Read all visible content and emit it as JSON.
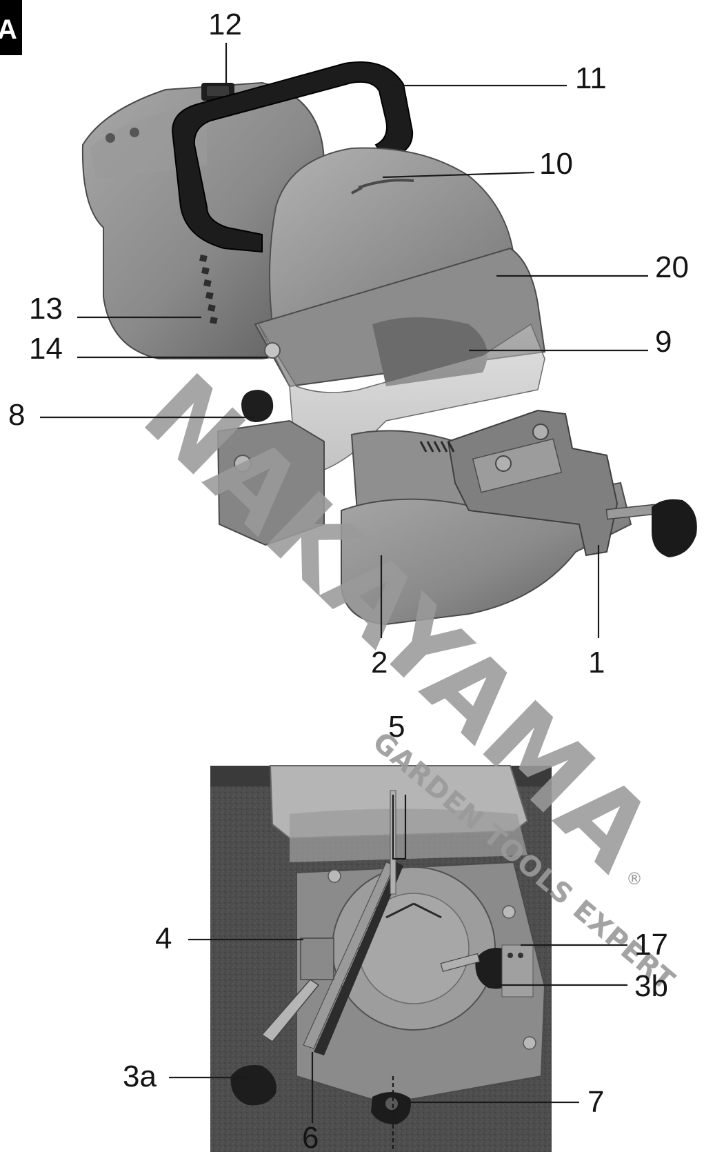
{
  "figure_badge": "A",
  "callouts": {
    "c1": "1",
    "c2": "2",
    "c3a": "3a",
    "c3b": "3b",
    "c4": "4",
    "c5": "5",
    "c6": "6",
    "c7": "7",
    "c8": "8",
    "c9": "9",
    "c10": "10",
    "c11": "11",
    "c12": "12",
    "c13": "13",
    "c14": "14",
    "c17": "17",
    "c20": "20"
  },
  "watermark": {
    "brand": "NAKAYAMA",
    "tagline": "GARDEN TOOLS EXPERT",
    "registered": "®"
  },
  "colors": {
    "body": "#8a8a8a",
    "body_dark": "#5e5e5e",
    "body_light": "#a9a9a9",
    "handle": "#1c1c1c",
    "watermark": "#9a9a9a",
    "background_photo": "#4a4a4a"
  }
}
